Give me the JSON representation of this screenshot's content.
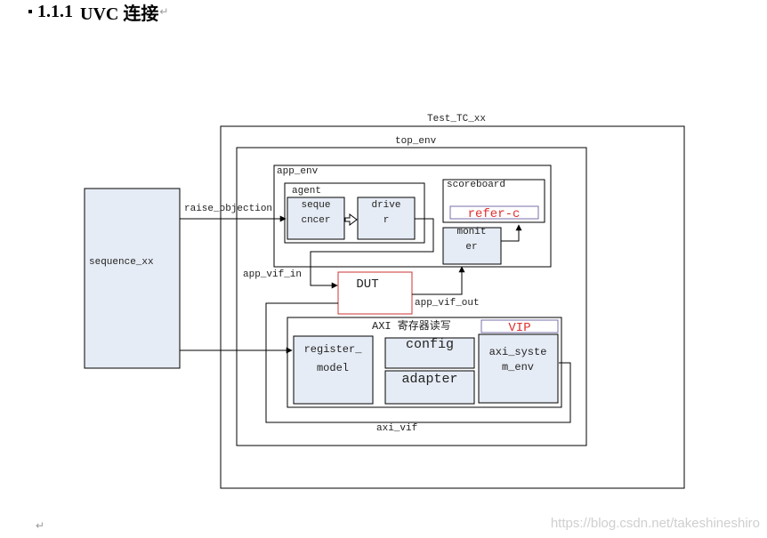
{
  "heading": {
    "number": "1.1.1",
    "title": "UVC 连接",
    "mark": "↵"
  },
  "paragraph_mark": "↵",
  "watermark": "https://blog.csdn.net/takeshineshiro",
  "diagram": {
    "test_tc": "Test_TC_xx",
    "top_env": "top_env",
    "app_env": "app_env",
    "agent": "agent",
    "sequencer": [
      "seque",
      "cncer"
    ],
    "driver": [
      "drive",
      "r"
    ],
    "scoreboard": "scoreboard",
    "refer": "refer-c",
    "monitor": [
      "monit",
      "er"
    ],
    "sequence": "sequence_xx",
    "raise_objection": "raise_objection",
    "app_vif_in": "app_vif_in",
    "app_vif_out": "app_vif_out",
    "dut": "DUT",
    "axi_title": "AXI 寄存器读写",
    "vip": "VIP",
    "register_model": [
      "register_",
      "model"
    ],
    "config": "config",
    "adapter": "adapter",
    "axi_system_env": [
      "axi_syste",
      "m_env"
    ],
    "axi_vif": "axi_vif"
  },
  "colors": {
    "block_fill": "#e6ecf5",
    "dut_border": "#cc3333",
    "refer_text": "#e03030",
    "vip_text": "#e03030",
    "vip_border": "#7a6fa8"
  }
}
